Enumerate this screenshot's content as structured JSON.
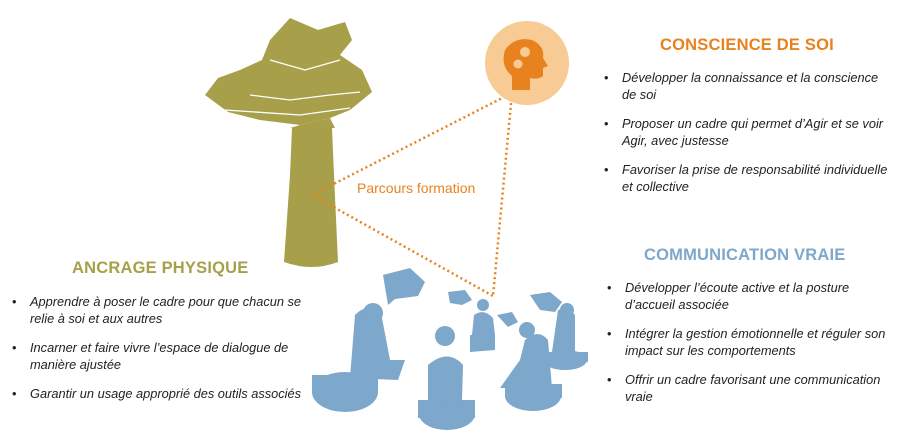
{
  "colors": {
    "orange": "#E8821E",
    "olive": "#A89F4B",
    "blue": "#7DA7CB",
    "circle": "#F8CB95"
  },
  "diagram": {
    "center_label": "Parcours formation",
    "head_icon": "head-with-gears-icon"
  },
  "conscience": {
    "title": "CONSCIENCE DE SOI",
    "items": [
      "Développer la connaissance et la conscience de soi",
      "Proposer un cadre qui permet d’Agir et se voir Agir, avec justesse",
      "Favoriser la prise de responsabilité individuelle et collective"
    ]
  },
  "communication": {
    "title": "COMMUNICATION VRAIE",
    "items": [
      "Développer l’écoute active et la posture d’accueil associée",
      "Intégrer la gestion émotionnelle et réguler son impact sur les comportements",
      "Offrir un cadre favorisant une communication vraie"
    ]
  },
  "ancrage": {
    "title": "ANCRAGE PHYSIQUE",
    "items": [
      "Apprendre à poser le cadre pour que chacun se relie à soi et aux autres",
      "Incarner et faire vivre l’espace de dialogue de manière ajustée",
      "Garantir un usage approprié des outils associés"
    ]
  },
  "bullet": "•"
}
